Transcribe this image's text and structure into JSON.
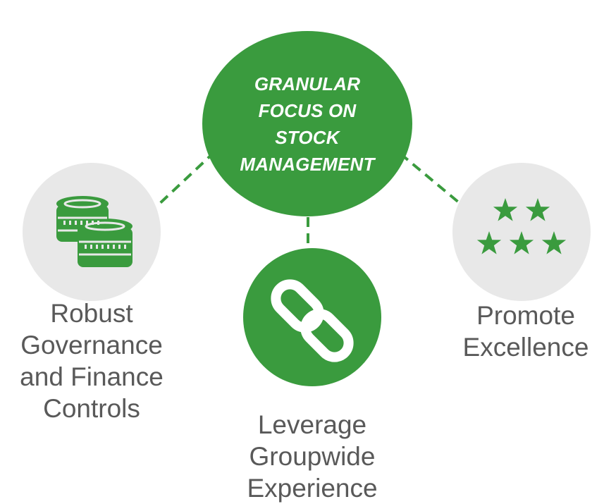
{
  "colors": {
    "brand_green": "#3a9b3e",
    "node_grey": "#e8e8e8",
    "label_text": "#595959",
    "hub_text": "#ffffff"
  },
  "hub": {
    "title": "GRANULAR\nFOCUS ON\nSTOCK\nMANAGEMENT"
  },
  "nodes": [
    {
      "id": "governance",
      "icon": "coins-stack-icon",
      "label": "Robust\nGovernance\nand Finance\nControls"
    },
    {
      "id": "groupwide",
      "icon": "chain-link-icon",
      "label": "Leverage\nGroupwide\nExperience"
    },
    {
      "id": "excellence",
      "icon": "five-stars-icon",
      "label": "Promote\nExcellence"
    }
  ]
}
